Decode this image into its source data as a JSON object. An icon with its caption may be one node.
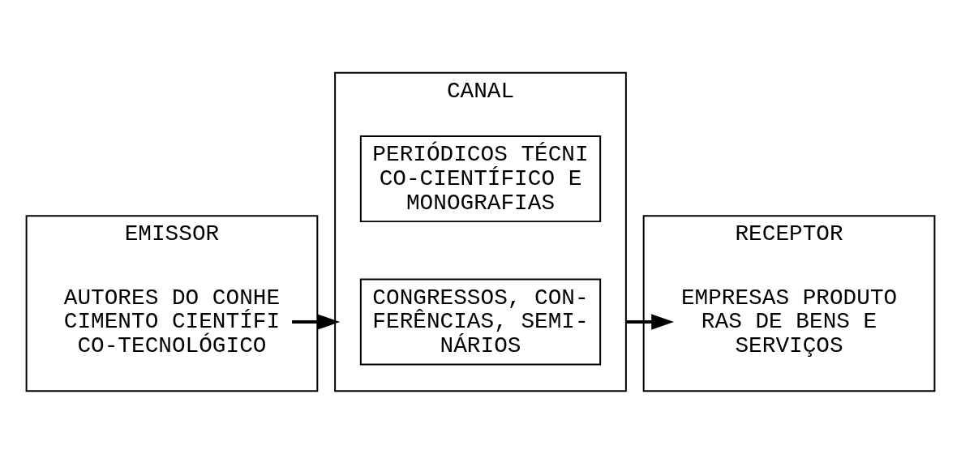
{
  "diagram": {
    "nodes": [
      {
        "text": [
          "EMISSOR"
        ]
      },
      {
        "text": [
          "AUTORES DO CONHE CIMENTO CIENTÍFI CO-TECNOLÓGICO"
        ],
        "in": 0
      },
      {
        "text": [
          "CANAL"
        ]
      },
      {
        "text": [
          "CONGRESSOS, CON- FERÊNCIAS, SEMI- NÁRIOS"
        ],
        "in": 2
      },
      {
        "text": [
          "PERIÓDICOS TÉCNI CO-CIENTÍFICO E MONOGRAFIAS"
        ],
        "in": 2
      },
      {
        "text": [
          "RECEPTOR"
        ]
      },
      {
        "text": [
          "EMPRESAS PRODUTO RAS DE BENS E SERVIÇOS"
        ],
        "in": 5
      }
    ],
    "edges": [
      {
        "from": 1,
        "to": 2,
        "arrow": "to"
      },
      {
        "from": 2,
        "to": 6,
        "arrow": "to"
      }
    ]
  }
}
